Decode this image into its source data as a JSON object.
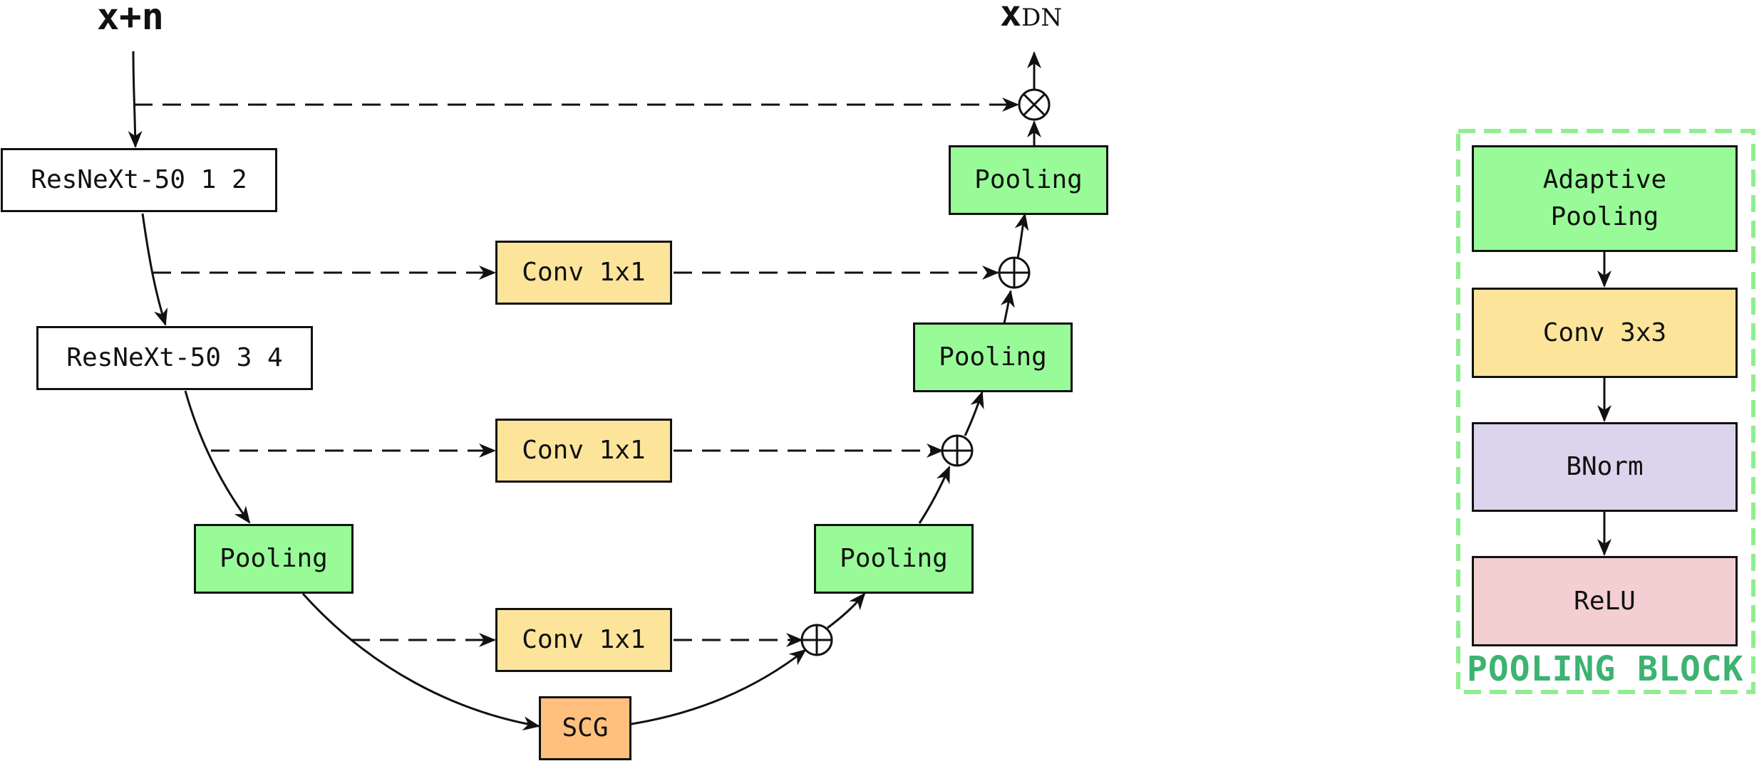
{
  "input_label": "x+n",
  "output_label": {
    "base": "x",
    "subscript": "DN"
  },
  "encoder": {
    "block1": "ResNeXt-50 1 2",
    "block2": "ResNeXt-50 3 4",
    "pooling": "Pooling"
  },
  "skip_convs": [
    "Conv 1x1",
    "Conv 1x1",
    "Conv 1x1"
  ],
  "bottleneck": "SCG",
  "decoder_pooling": [
    "Pooling",
    "Pooling",
    "Pooling"
  ],
  "operators": {
    "add": "⊕",
    "multiply": "⊗"
  },
  "pooling_block": {
    "title": "POOLING BLOCK",
    "layers": [
      "Adaptive\nPooling",
      "Conv 3x3",
      "BNorm",
      "ReLU"
    ]
  },
  "colors": {
    "pooling": "#98fb98",
    "conv": "#fce59b",
    "scg": "#ffc07e",
    "bnorm": "#dcd4ec",
    "relu": "#f3cfd1",
    "block_border": "#90ee90",
    "block_title": "#3cb371",
    "plain": "#ffffff"
  }
}
